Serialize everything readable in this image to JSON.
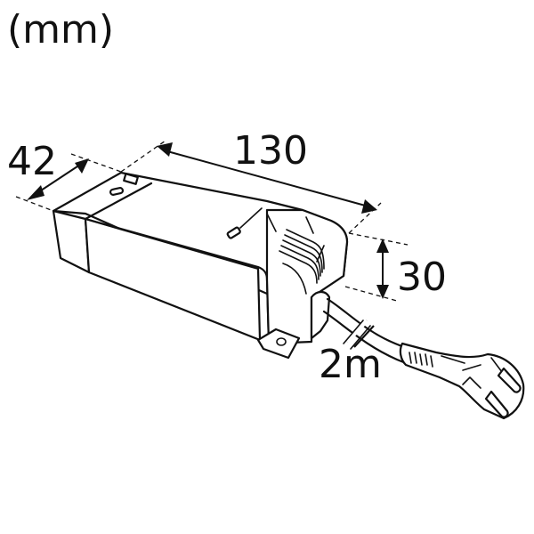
{
  "diagram": {
    "unit_label": "(mm)",
    "dimensions": {
      "width": "42",
      "length": "130",
      "height": "30",
      "cable_length": "2m"
    },
    "components": [
      "power-supply-housing",
      "mounting-tab",
      "strain-relief",
      "power-cable",
      "schuko-plug"
    ],
    "colors": {
      "line": "#111111",
      "background": "#ffffff"
    }
  }
}
